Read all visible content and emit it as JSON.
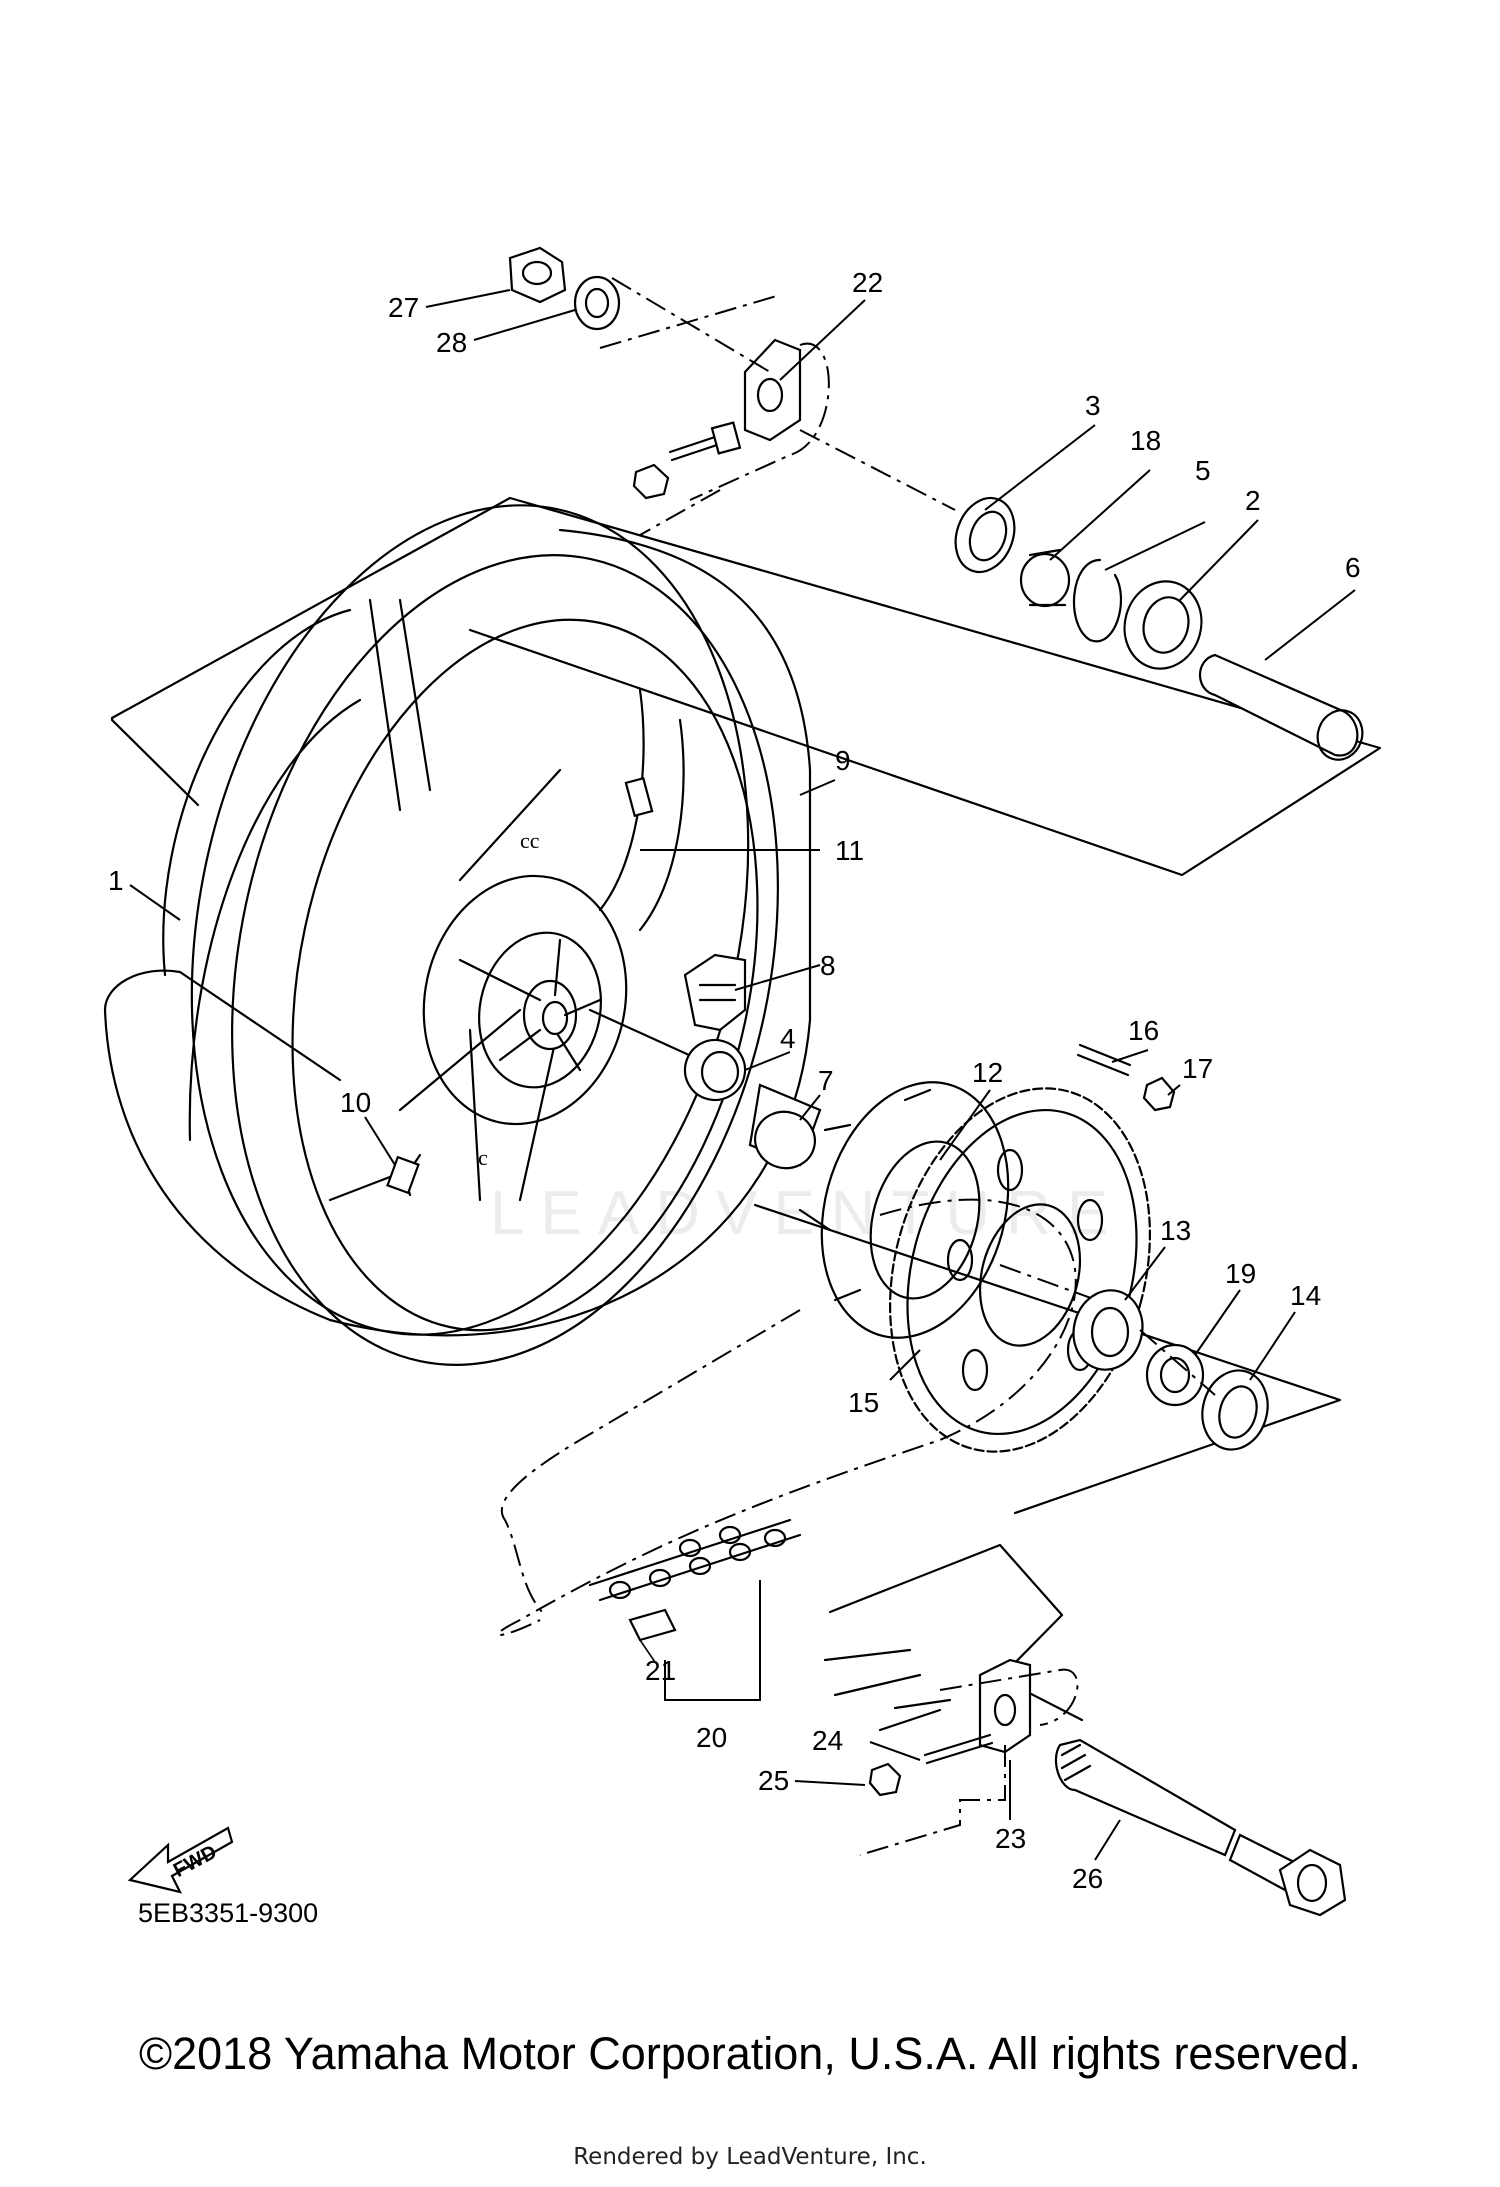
{
  "diagram": {
    "part_numbers": [
      "1",
      "2",
      "3",
      "4",
      "5",
      "6",
      "7",
      "8",
      "9",
      "10",
      "11",
      "12",
      "13",
      "14",
      "15",
      "16",
      "17",
      "18",
      "19",
      "20",
      "21",
      "22",
      "23",
      "24",
      "25",
      "26",
      "27",
      "28"
    ],
    "fwd_arrow_text": "FWD",
    "watermark_text": "LEADVENTURE",
    "diagram_code": "5EB3351-9300"
  },
  "footer": {
    "copyright": "©2018 Yamaha Motor Corporation, U.S.A. All rights reserved.",
    "rendered_by": "Rendered by LeadVenture, Inc."
  }
}
